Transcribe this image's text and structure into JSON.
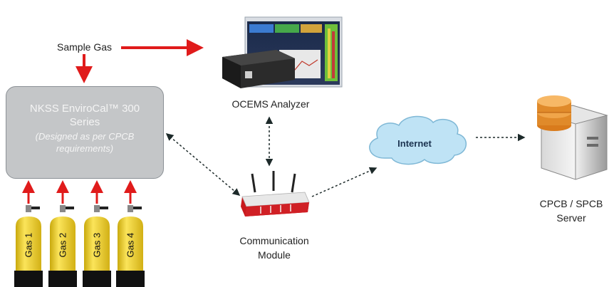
{
  "sample_gas_label": "Sample Gas",
  "calibrator": {
    "title_line1": "NKSS EnviroCal™ 300",
    "title_line2": "Series",
    "subtitle": "(Designed as per CPCB requirements)"
  },
  "analyzer_label": "OCEMS Analyzer",
  "comm_module": {
    "line1": "Communication",
    "line2": "Module"
  },
  "internet_label": "Internet",
  "server": {
    "line1": "CPCB / SPCB",
    "line2": "Server"
  },
  "gases": [
    "Gas 1",
    "Gas 2",
    "Gas 3",
    "Gas 4"
  ],
  "colors": {
    "arrow_red": "#e01b1b",
    "cylinder_yellow": "#f2d42a",
    "cloud_blue": "#bfe3f5",
    "box_gray": "#c4c6c8",
    "router_red": "#c8191d"
  }
}
